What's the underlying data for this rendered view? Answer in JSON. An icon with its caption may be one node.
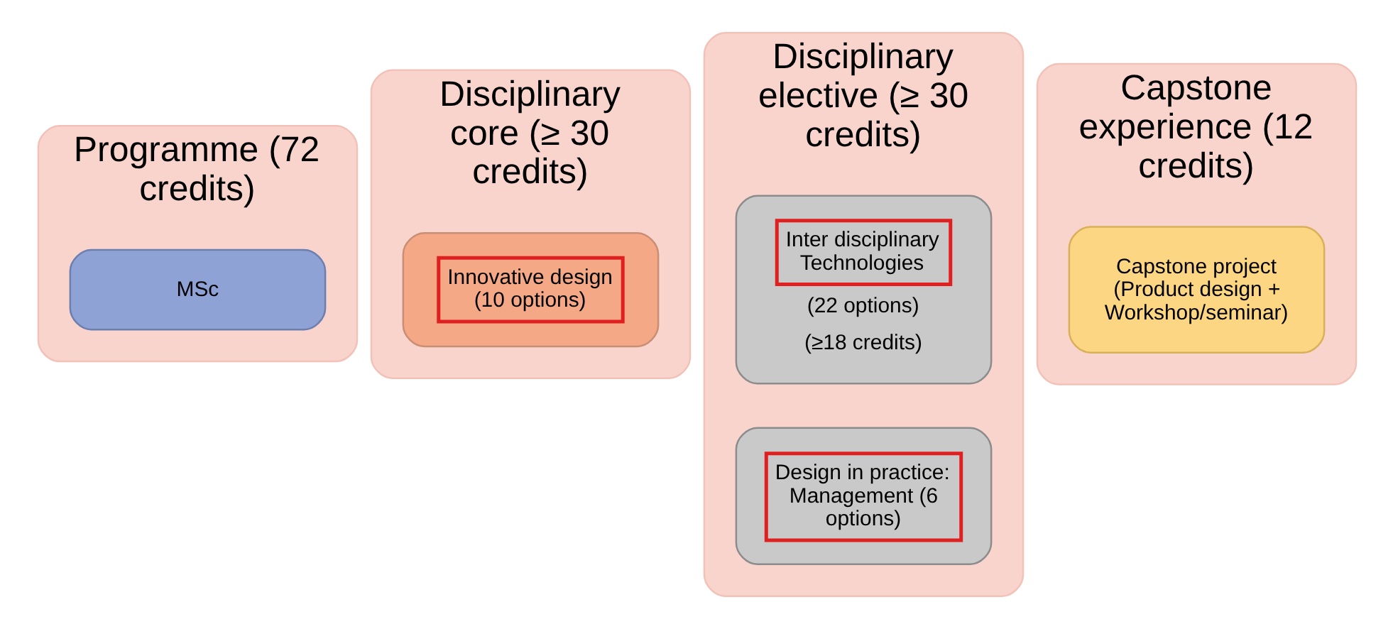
{
  "diagram": {
    "nodes": [
      {
        "text": [
          "Programme (72 credits)"
        ]
      },
      {
        "text": [
          "MSc"
        ],
        "in": 0
      },
      {
        "text": [
          "Disciplinary core (≥ 30 credits)"
        ]
      },
      {
        "text": [
          "Innovative design (10 options)"
        ],
        "in": 2
      },
      {
        "text": [
          "Disciplinary elective (≥ 30 credits)"
        ]
      },
      {
        "text": [
          "Inter disciplinary Technologies",
          "(22 options)",
          "(≥18 credits)"
        ],
        "in": 4
      },
      {
        "text": [
          "Design in practice: Management (6 options)"
        ],
        "in": 4
      },
      {
        "text": [
          "Capstone experience (12 credits)"
        ]
      },
      {
        "text": [
          "Capstone project (Product design + Workshop/seminar)"
        ],
        "in": 7
      }
    ]
  }
}
